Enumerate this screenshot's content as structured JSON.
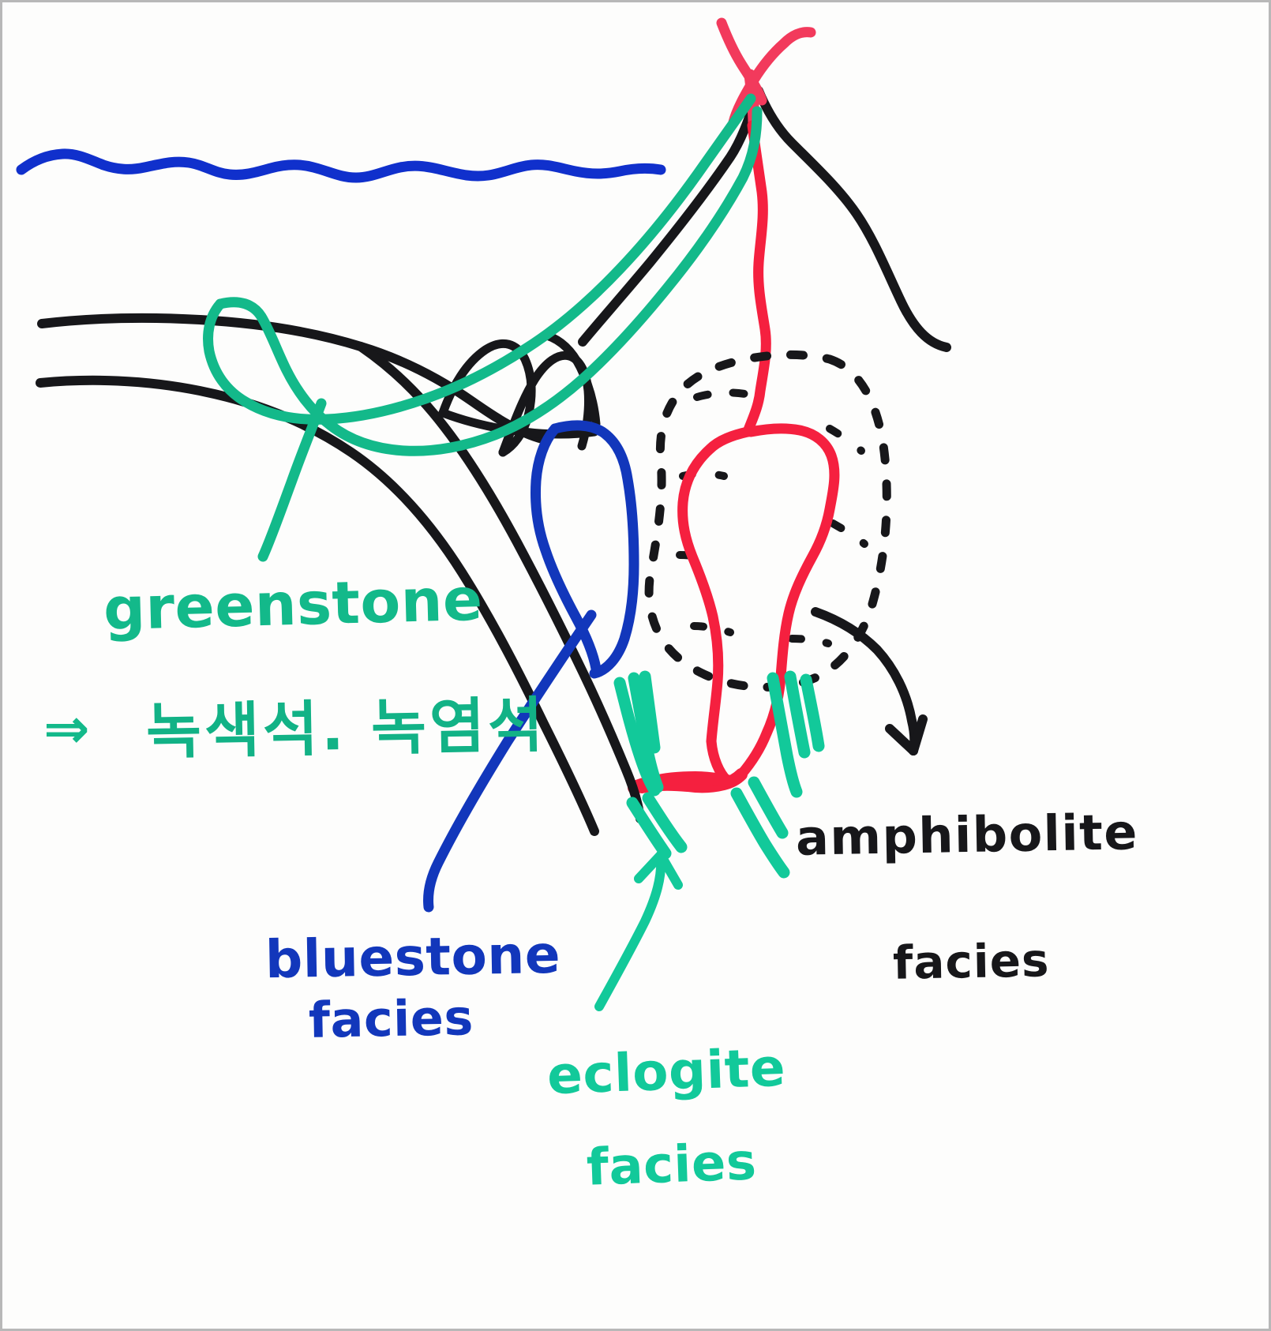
{
  "figure": {
    "kind": "hand-drawn-whiteboard-diagram",
    "subject": "subduction zone metamorphic facies cross-section",
    "background_color": "#fdfdfc",
    "border_color": "#b8b8b8"
  },
  "palette": {
    "green": "#13b98a",
    "teal": "#12c99a",
    "blue": "#1237bb",
    "ocean_blue": "#1030cc",
    "red": "#f5203f",
    "pink_red": "#f23a5c",
    "black": "#17171a"
  },
  "labels": {
    "greenstone": {
      "text": "greenstone",
      "color": "#13b98a",
      "marker": "green-marker"
    },
    "arrow_symbol": {
      "text": "⇒",
      "color": "#13b98a"
    },
    "korean_translation": {
      "text": "녹색석. 녹염석",
      "color": "#12b286"
    },
    "bluestone": {
      "line1": "bluestone",
      "line2": "facies",
      "color": "#1237bb"
    },
    "eclogite": {
      "line1": "eclogite",
      "line2": "facies",
      "color": "#12c99a"
    },
    "amphibolite": {
      "line1": "amphibolite",
      "line2": "facies",
      "color": "#17171a"
    }
  },
  "drawing_elements": {
    "ocean_surface": {
      "name": "wavy sea level line",
      "color": "#1030cc"
    },
    "volcano": {
      "name": "volcano cone with crossed red eruption plume",
      "cone_color": "#17171a",
      "plume_color": "#f23a5c"
    },
    "magma_conduit": {
      "name": "red magma conduit and chamber",
      "color": "#f5203f"
    },
    "dashed_halo": {
      "name": "dashed oval around magma chamber",
      "color": "#17171a"
    },
    "subducting_slab": {
      "name": "black subducting slab boundary lines",
      "color": "#17171a"
    },
    "greenstone_band": {
      "name": "green band following slab top",
      "color": "#13b98a"
    },
    "bluestone_lens": {
      "name": "blue closed lens along slab",
      "color": "#1237bb"
    },
    "eclogite_flakes": {
      "name": "teal elongated flakes at slab base",
      "color": "#12c99a"
    },
    "pointer_arrows": [
      {
        "name": "amphibolite-pointer-arrow",
        "color": "#17171a"
      },
      {
        "name": "eclogite-pointer-arrow",
        "color": "#12c99a"
      },
      {
        "name": "bluestone-pointer-line",
        "color": "#1237bb"
      },
      {
        "name": "greenstone-pointer-line",
        "color": "#13b98a"
      }
    ]
  }
}
